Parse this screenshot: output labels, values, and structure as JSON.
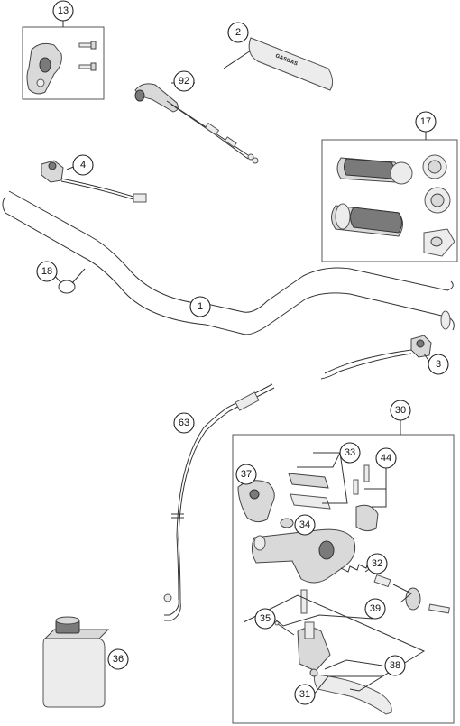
{
  "callouts": {
    "c1": "1",
    "c2": "2",
    "c3": "3",
    "c4": "4",
    "c13": "13",
    "c17": "17",
    "c18": "18",
    "c30": "30",
    "c31": "31",
    "c32": "32",
    "c33": "33",
    "c34": "34",
    "c35": "35",
    "c36": "36",
    "c37": "37",
    "c38": "38",
    "c39": "39",
    "c44": "44",
    "c63": "63",
    "c92": "92"
  },
  "brand": {
    "pad_logo": "GASGAS"
  }
}
